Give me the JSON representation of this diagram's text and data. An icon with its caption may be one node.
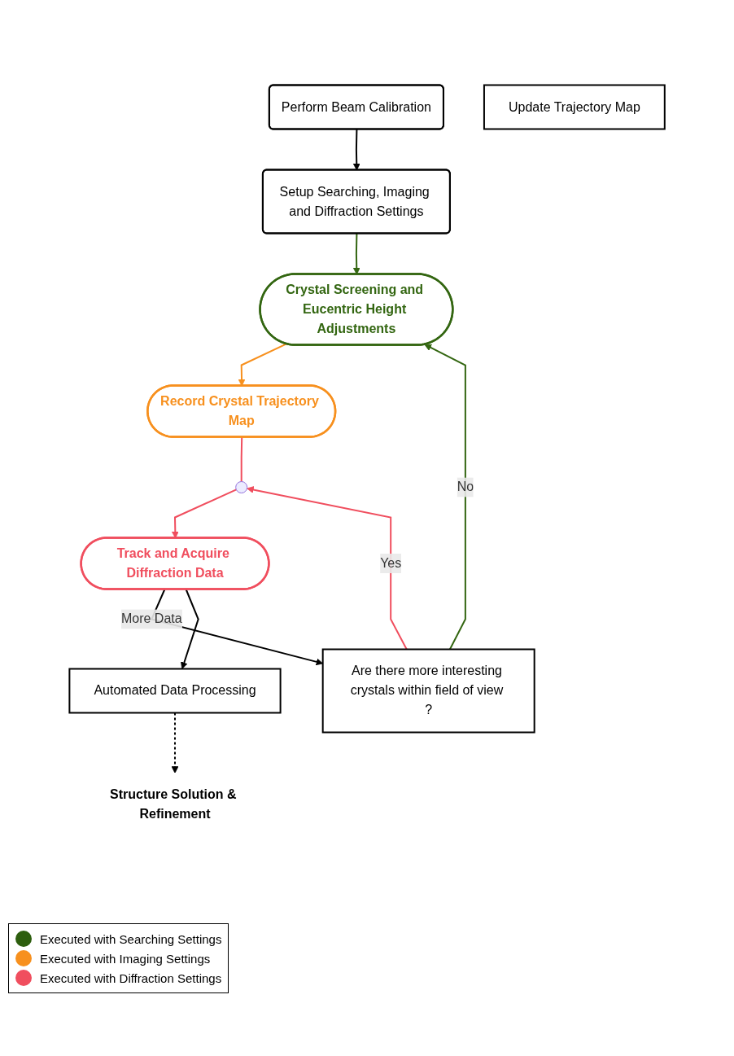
{
  "diagram": {
    "nodes": [
      {
        "text": [
          "Perform Beam Calibration"
        ]
      },
      {
        "text": [
          "Setup Searching, Imaging and Diffraction Settings"
        ]
      },
      {
        "text": [
          "Crystal Screening and Eucentric Height Adjustments"
        ]
      },
      {
        "text": [
          "Record Crystal Trajectory Map"
        ]
      },
      {
        "text": [],
        "shape": "circle"
      },
      {
        "text": [
          "Update Trajectory Map"
        ]
      },
      {
        "text": [
          "Track and Acquire Diffraction Data"
        ]
      },
      {
        "text": [
          "Are there more interesting crystals within field of view ?"
        ]
      },
      {
        "text": [
          "Automated Data Processing"
        ]
      },
      {
        "text": [
          "Structure Solution & Refinement"
        ]
      }
    ],
    "edges": [
      {
        "from": 0,
        "to": 1,
        "arrow": "to"
      },
      {
        "from": 1,
        "to": 2,
        "arrow": "to",
        "color": "#336611"
      },
      {
        "from": 2,
        "to": 3,
        "arrow": "to",
        "color": "#f7901e"
      },
      {
        "from": 3,
        "to": 4,
        "arrow": "none",
        "color": "#f04e5e"
      },
      {
        "from": 4,
        "to": 6,
        "arrow": "to",
        "color": "#f04e5e"
      },
      {
        "from": 6,
        "to": 7,
        "arrow": "to",
        "label": "More Data"
      },
      {
        "from": 6,
        "to": 8,
        "arrow": "to"
      },
      {
        "from": 7,
        "to": 2,
        "arrow": "to",
        "label": "No",
        "color": "#336611"
      },
      {
        "from": 7,
        "to": 4,
        "arrow": "to",
        "label": "Yes",
        "color": "#f04e5e"
      },
      {
        "from": 8,
        "to": 9,
        "arrow": "to",
        "style": "dashed"
      }
    ],
    "legend": [
      {
        "text": "Executed with Searching Settings",
        "color": "#2d5e0e"
      },
      {
        "text": "Executed with Imaging Settings",
        "color": "#f7901e"
      },
      {
        "text": "Executed with Diffraction Settings",
        "color": "#f04e5e"
      }
    ]
  }
}
